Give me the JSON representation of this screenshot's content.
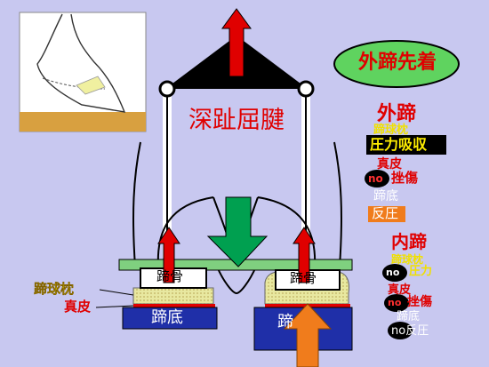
{
  "title_badge": "外蹄先着",
  "tendon_label": "深趾屈腱",
  "left_foot": {
    "bone": "蹄骨",
    "cushion": "蹄球枕",
    "dermis": "真皮",
    "sole": "蹄底"
  },
  "right_foot": {
    "bone": "蹄骨",
    "sole": "蹄"
  },
  "legend": {
    "outer": {
      "heading": "外蹄",
      "cushion": "蹄球枕",
      "pressure_absorb": "圧力吸収",
      "dermis": "真皮",
      "no_badge": "no",
      "injury": "挫傷",
      "sole": "蹄底",
      "counter_pressure": "反圧"
    },
    "inner": {
      "heading": "内蹄",
      "cushion": "蹄球枕",
      "no_badge_1": "no",
      "pressure": "圧力",
      "dermis": "真皮",
      "no_badge_2": "no",
      "injury": "挫傷",
      "sole": "蹄底",
      "no_counter_pressure": "no反圧"
    }
  },
  "colors": {
    "background": "#c8c8f0",
    "arrow_red": "#e00000",
    "arrow_green": "#00a050",
    "arrow_orange": "#f07c1c",
    "platform_green": "#7fd07f",
    "sole_blue": "#1f2fa8",
    "badge_green": "#5fd35f",
    "cushion_yellow": "#e8e8a0"
  }
}
